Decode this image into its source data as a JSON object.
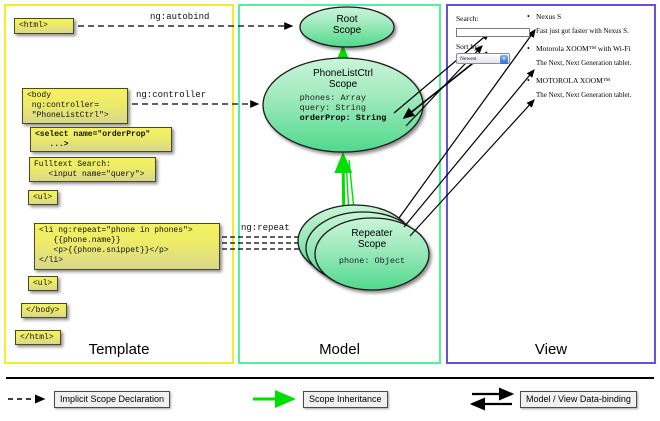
{
  "panels": {
    "template": {
      "title": "Template",
      "border_color": "#f2ef28",
      "boxes": [
        {
          "name": "html-open-box",
          "text": "<html>"
        },
        {
          "name": "body-box",
          "text": "<body\n ng:controller=\n \"PhoneListCtrl\">"
        },
        {
          "name": "select-box",
          "text": "<select name=\"orderProp\"\n   ...>"
        },
        {
          "name": "fulltext-box",
          "text": "Fulltext Search:\n   <input name=\"query\">"
        },
        {
          "name": "ul-open-box",
          "text": "<ul>"
        },
        {
          "name": "li-repeat-box",
          "text": "<li ng:repeat=\"phone in phones\">\n   {{phone.name}}\n   <p>{{phone.snippet}}</p>\n</li>"
        },
        {
          "name": "ul-close-box",
          "text": "<ul>"
        },
        {
          "name": "body-close-box",
          "text": "</body>"
        },
        {
          "name": "html-close-box",
          "text": "</html>"
        }
      ]
    },
    "model": {
      "title": "Model",
      "border_color": "#4ff2a4",
      "scopes": [
        {
          "name": "root-scope",
          "title_line1": "Root",
          "title_line2": "Scope",
          "props": []
        },
        {
          "name": "phonelistctrl-scope",
          "title_line1": "PhoneListCtrl",
          "title_line2": "Scope",
          "props": [
            "phones: Array",
            "query: String"
          ],
          "props_bold": [
            "orderProp: String"
          ]
        },
        {
          "name": "repeater-scope",
          "title_line1": "Repeater",
          "title_line2": "Scope",
          "props": [
            "phone: Object"
          ]
        }
      ]
    },
    "view": {
      "title": "View",
      "border_color": "#6b4fe0",
      "search_label": "Search:",
      "search_value": "",
      "sort_label": "Sort by:",
      "sort_selected": "Newest",
      "phones": [
        {
          "name": "Nexus S",
          "snippet": "Fast just got faster with Nexus S."
        },
        {
          "name": "Motorola XOOM™ with Wi-Fi",
          "snippet": "The Next, Next Generation tablet."
        },
        {
          "name": "MOTOROLA XOOM™",
          "snippet": "The Next, Next Generation tablet."
        }
      ]
    }
  },
  "connectors": [
    {
      "name": "ng-autobind-label",
      "text": "ng:autobind"
    },
    {
      "name": "ng-controller-label",
      "text": "ng:controller"
    },
    {
      "name": "ng-repeat-label",
      "text": "ng:repeat"
    }
  ],
  "legend": [
    {
      "name": "legend-implicit-scope",
      "label": "Implicit Scope Declaration",
      "style": "dashed-arrow",
      "color": "#000000"
    },
    {
      "name": "legend-scope-inheritance",
      "label": "Scope Inheritance",
      "style": "green-arrow",
      "color": "#00e000"
    },
    {
      "name": "legend-data-binding",
      "label": "Model / View Data-binding",
      "style": "double-arrow",
      "color": "#000000"
    }
  ]
}
